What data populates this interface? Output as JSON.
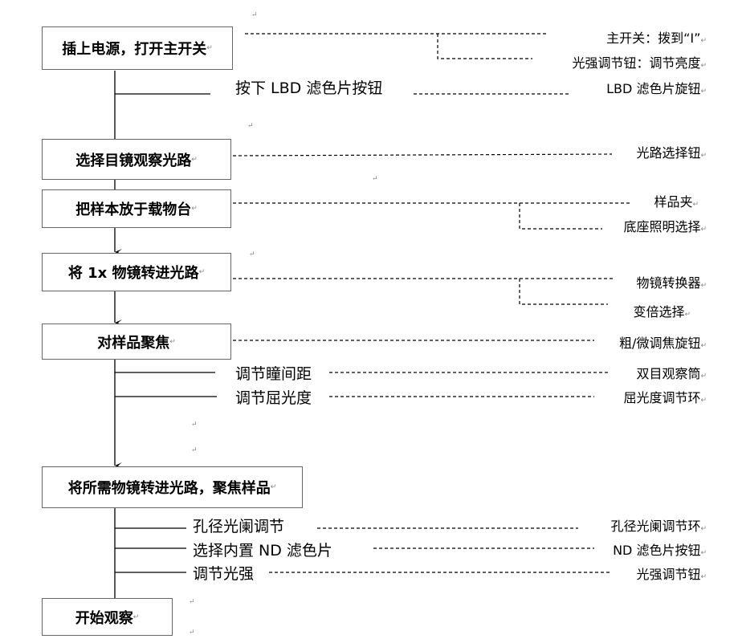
{
  "flow_steps": [
    "插上电源，打开主开关",
    "选择目镜观察光路",
    "把样本放于载物台",
    "将 1x 物镜转进光路",
    "对样品聚焦",
    "将所需物镜转进光路，聚焦样品",
    "开始观察"
  ],
  "sub_steps": {
    "lbd": "按下 LBD 滤色片按钮",
    "ipd": "调节瞳间距",
    "diopter": "调节屈光度",
    "aperture": "孔径光阑调节",
    "nd": "选择内置 ND 滤色片",
    "light": "调节光强"
  },
  "controls": {
    "main_switch": "主开关：拨到“I”",
    "brightness": "光强调节钮：调节亮度",
    "lbd_knob": "LBD 滤色片旋钮",
    "path_selector": "光路选择钮",
    "specimen_clip": "样品夹",
    "base_illum": "底座照明选择",
    "nosepiece": "物镜转换器",
    "zoom_select": "变倍选择",
    "focus_knob": "粗/微调焦旋钮",
    "binocular": "双目观察筒",
    "diopter_ring": "屈光度调节环",
    "aperture_ring": "孔径光阑调节环",
    "nd_button": "ND 滤色片按钮",
    "light_knob": "光强调节钮"
  }
}
